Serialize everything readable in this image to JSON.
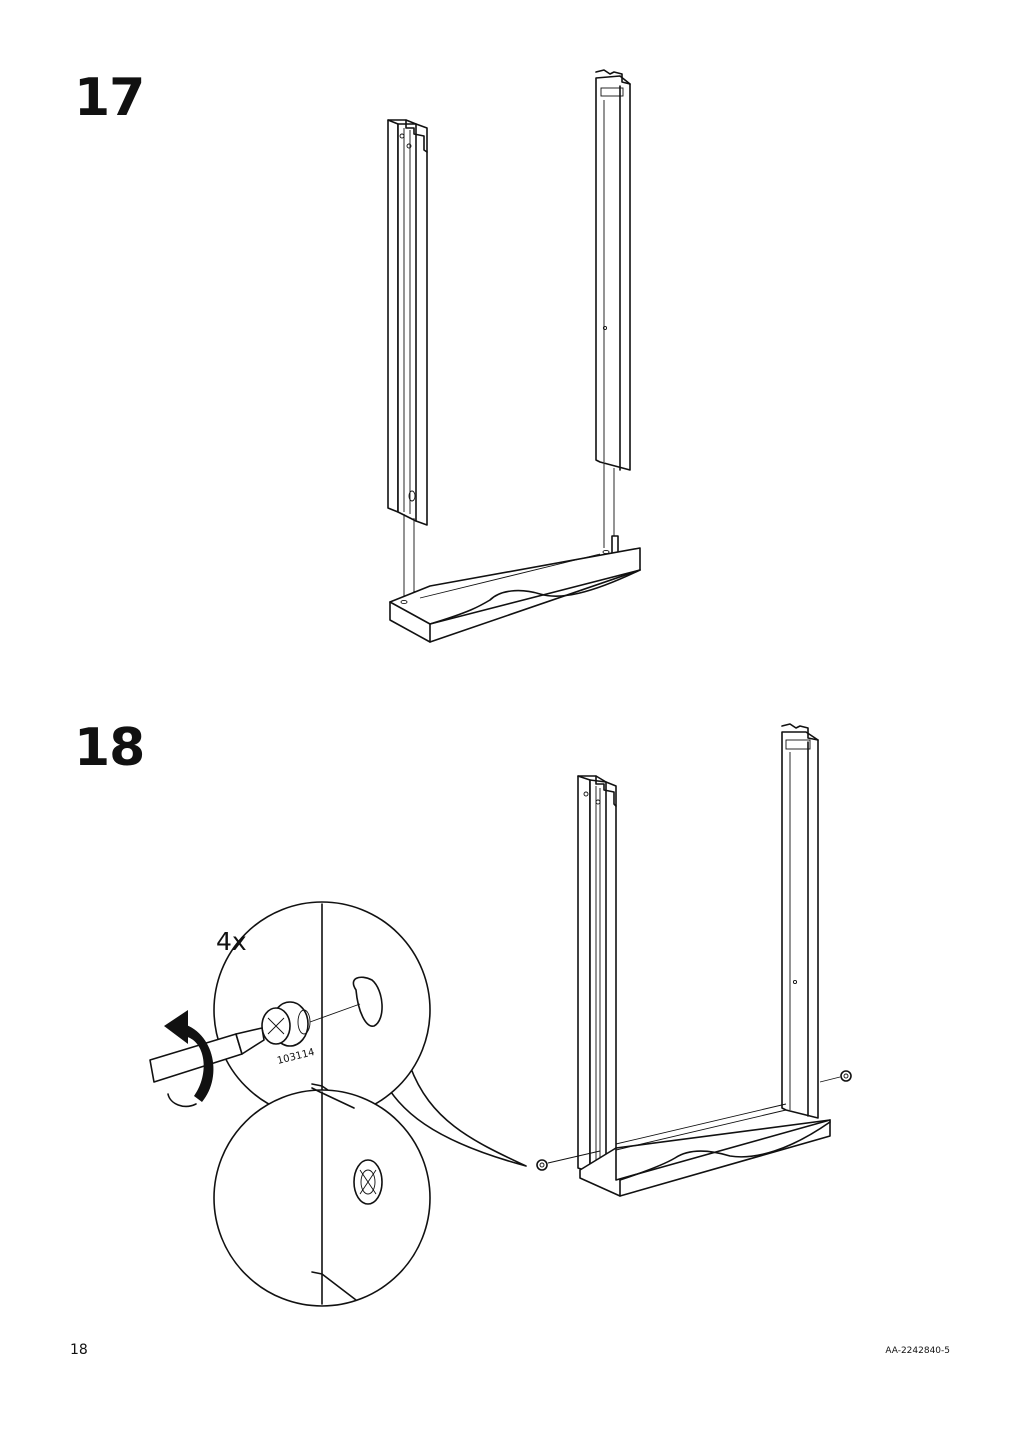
{
  "steps": [
    {
      "number": "17"
    },
    {
      "number": "18",
      "quantity": "4x",
      "part_number": "103114"
    }
  ],
  "footer": {
    "page_number": "18",
    "document_code": "AA-2242840-5"
  }
}
